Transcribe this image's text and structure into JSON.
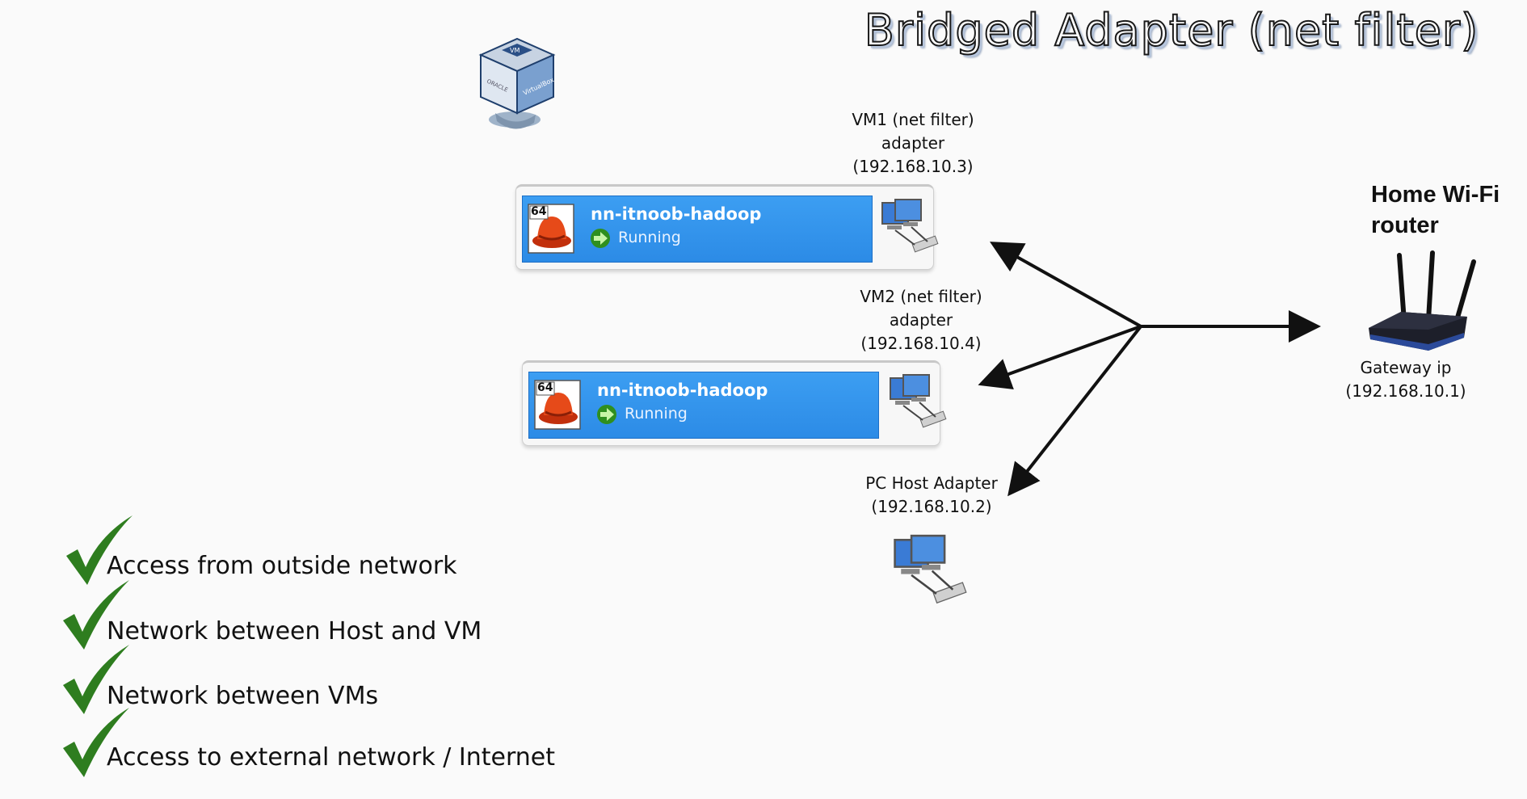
{
  "title": "Bridged Adapter (net filter)",
  "vms": [
    {
      "label_line1": "VM1 (net filter)",
      "label_line2": "adapter",
      "label_line3": "(192.168.10.3)",
      "badge": "64",
      "name": "nn-itnoob-hadoop",
      "status": "Running"
    },
    {
      "label_line1": "VM2 (net filter)",
      "label_line2": "adapter",
      "label_line3": "(192.168.10.4)",
      "badge": "64",
      "name": "nn-itnoob-hadoop",
      "status": "Running"
    }
  ],
  "host": {
    "label_line1": "PC Host Adapter",
    "label_line2": "(192.168.10.2)"
  },
  "router": {
    "title_line1": "Home Wi-Fi",
    "title_line2": "router",
    "gateway_line1": "Gateway ip",
    "gateway_line2": "(192.168.10.1)"
  },
  "checklist": [
    "Access from outside network",
    "Network between Host and VM",
    "Network between VMs",
    "Access to external network / Internet"
  ],
  "colors": {
    "vm_bar": "#2c8be6",
    "check_green": "#2e7d1f",
    "arrow": "#111111"
  },
  "icons": {
    "logo": "virtualbox-logo-icon",
    "os": "redhat-os-icon",
    "status": "running-arrow-icon",
    "network": "network-computers-icon",
    "router": "wifi-router-icon",
    "check": "checkmark-icon"
  }
}
